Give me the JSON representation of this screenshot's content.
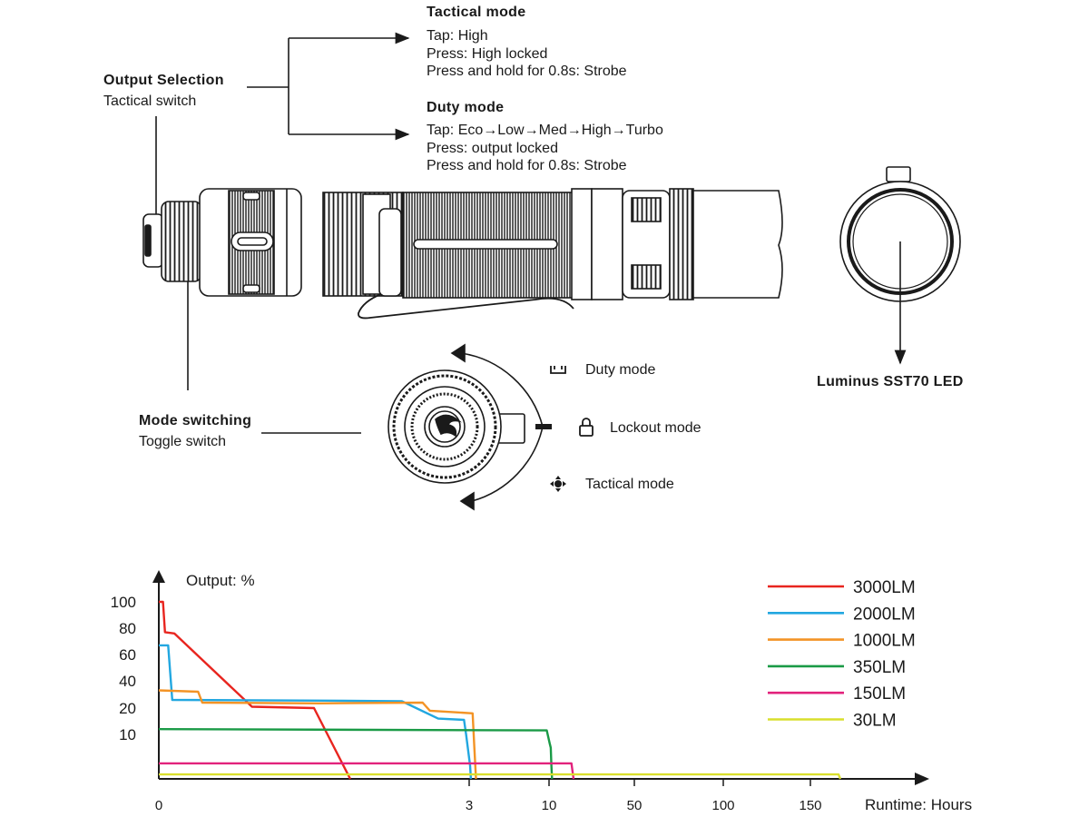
{
  "tactical": {
    "title": "Tactical mode",
    "lines": [
      "Tap: High",
      "Press: High locked",
      "Press and hold for 0.8s: Strobe"
    ]
  },
  "duty": {
    "title": "Duty mode",
    "lines": [
      "Tap: Eco→Low→Med→High→Turbo",
      "Press: output locked",
      "Press and hold for 0.8s: Strobe"
    ]
  },
  "output_selection": {
    "title": "Output Selection",
    "subtitle": "Tactical switch"
  },
  "mode_switching": {
    "title": "Mode switching",
    "subtitle": "Toggle switch"
  },
  "led": {
    "label": "Luminus SST70 LED"
  },
  "switch_modes": [
    {
      "label": "Duty mode",
      "icon": "duty-mode-icon"
    },
    {
      "label": "Lockout mode",
      "icon": "lock-icon"
    },
    {
      "label": "Tactical mode",
      "icon": "tactical-mode-icon"
    }
  ],
  "chart_data": {
    "type": "line",
    "ylabel": "Output: %",
    "xlabel": "Runtime: Hours",
    "y_ticks": [
      "100",
      "80",
      "60",
      "40",
      "20",
      "10"
    ],
    "x_ticks": [
      "0",
      "3",
      "10",
      "50",
      "100",
      "150"
    ],
    "legend_position": "top-right",
    "series": [
      {
        "name": "3000LM",
        "color": "#e8251f",
        "points": [
          [
            0,
            100
          ],
          [
            0.04,
            100
          ],
          [
            0.06,
            77
          ],
          [
            0.15,
            76
          ],
          [
            0.9,
            21
          ],
          [
            1.5,
            20
          ],
          [
            1.85,
            0
          ]
        ]
      },
      {
        "name": "2000LM",
        "color": "#22a7e0",
        "points": [
          [
            0,
            67
          ],
          [
            0.09,
            67
          ],
          [
            0.13,
            26
          ],
          [
            1.6,
            25.5
          ],
          [
            2.35,
            25
          ],
          [
            2.7,
            16
          ],
          [
            2.95,
            15.5
          ],
          [
            2.97,
            10
          ],
          [
            3.08,
            3
          ],
          [
            3.15,
            0
          ]
        ]
      },
      {
        "name": "1000LM",
        "color": "#f39325",
        "points": [
          [
            0,
            33
          ],
          [
            0.38,
            32
          ],
          [
            0.42,
            24
          ],
          [
            1.55,
            23.5
          ],
          [
            2.55,
            24
          ],
          [
            2.62,
            19
          ],
          [
            3.3,
            18
          ],
          [
            3.45,
            7
          ],
          [
            3.6,
            0
          ]
        ]
      },
      {
        "name": "350LM",
        "color": "#1a9a46",
        "points": [
          [
            0,
            12
          ],
          [
            9.8,
            11.5
          ],
          [
            10.3,
            8
          ],
          [
            10.8,
            7
          ],
          [
            11.1,
            3
          ],
          [
            11.4,
            0
          ]
        ]
      },
      {
        "name": "150LM",
        "color": "#e2227c",
        "points": [
          [
            0,
            3.5
          ],
          [
            20.5,
            3.5
          ],
          [
            21.5,
            0
          ]
        ]
      },
      {
        "name": "30LM",
        "color": "#d9df2d",
        "points": [
          [
            0,
            1
          ],
          [
            166,
            1
          ],
          [
            167,
            0
          ]
        ]
      }
    ]
  }
}
